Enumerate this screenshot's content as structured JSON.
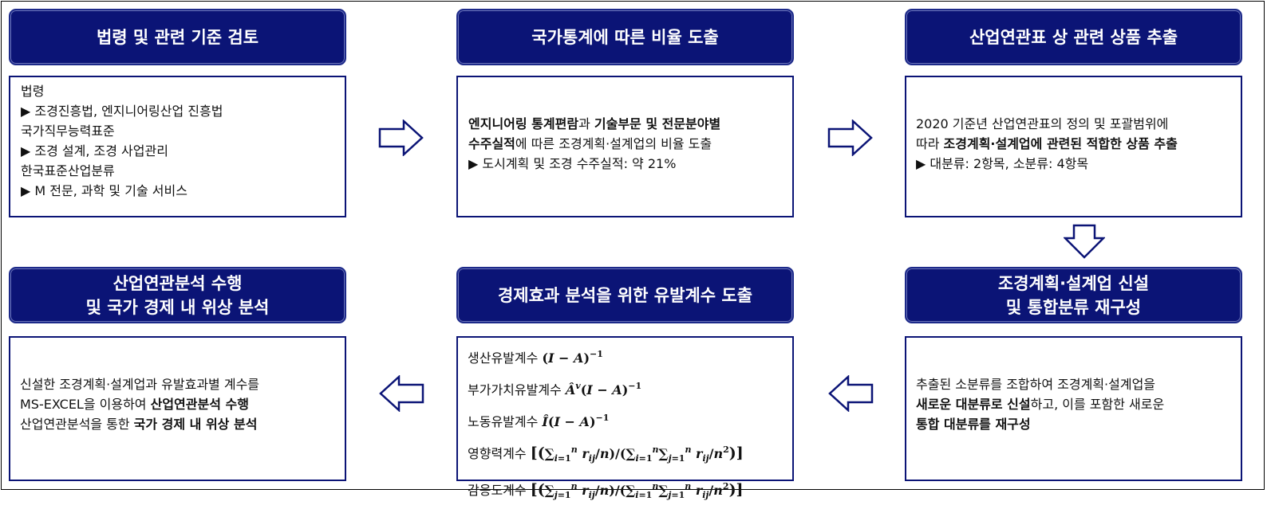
{
  "steps": [
    {
      "title": "법령 및 관련 기준 검토",
      "lines": [
        "법령",
        "▶ 조경진흥법, 엔지니어링산업 진흥법",
        "국가직무능력표준",
        "▶ 조경 설계, 조경 사업관리",
        "한국표준산업분류",
        "▶ M 전문, 과학 및 기술 서비스"
      ]
    },
    {
      "title": "국가통계에 따른 비율 도출",
      "line1_a": "엔지니어링 통계편람",
      "line1_b": "과 ",
      "line1_c": "기술부문 및 전문분야별",
      "line2_a": "수주실적",
      "line2_b": "에 따른 조경계획·설계업의 비율 도출",
      "line3": "▶ 도시계획 및 조경 수주실적: 약 21%"
    },
    {
      "title": "산업연관표 상 관련 상품 추출",
      "line1": "2020 기준년 산업연관표의 정의 및 포괄범위에",
      "line2_a": "따라 ",
      "line2_b": "조경계획·설계업에 관련된 적합한 상품 추출",
      "line3": "▶ 대분류: 2항목, 소분류: 4항목"
    },
    {
      "title_line1": "조경계획·설계업 신설",
      "title_line2": "및 통합분류 재구성",
      "line1": "추출된 소분류를 조합하여 조경계획·설계업을",
      "line2_a": "새로운 대분류로 신설",
      "line2_b": "하고, 이를 포함한 새로운",
      "line3_a": "통합 대분류를 재구성",
      "line3_b": ""
    },
    {
      "title": "경제효과 분석을 위한 유발계수 도출",
      "coef1_label": "생산유발계수",
      "coef2_label": "부가가치유발계수",
      "coef3_label": "노동유발계수",
      "coef4_label": "영향력계수",
      "coef5_label": "감응도계수"
    },
    {
      "title_line1": "산업연관분석 수행",
      "title_line2": "및 국가 경제 내 위상 분석",
      "line1": "신설한 조경계획·설계업과 유발효과별 계수를",
      "line2_a": "MS-EXCEL을 이용하여 ",
      "line2_b": "산업연관분석 수행",
      "line3_a": "산업연관분석을 통한 ",
      "line3_b": "국가 경제 내 위상 분석"
    }
  ],
  "colors": {
    "header_bg": "#0b1476",
    "border": "#0b1476",
    "arrow": "#0b1476"
  },
  "arrows": [
    "arrow-right",
    "arrow-right",
    "arrow-down",
    "arrow-left",
    "arrow-left"
  ]
}
